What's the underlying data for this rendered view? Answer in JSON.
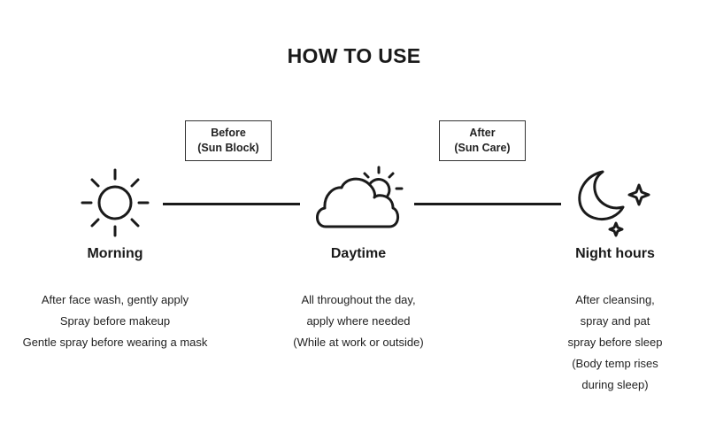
{
  "title": "HOW TO USE",
  "labels": {
    "before": [
      "Before",
      "(Sun Block)"
    ],
    "after": [
      "After",
      "(Sun Care)"
    ]
  },
  "phases": [
    {
      "name": "Morning",
      "icon": "sun-icon",
      "lines": [
        "After face wash, gently apply",
        "Spray before makeup",
        "Gentle spray before wearing a mask"
      ]
    },
    {
      "name": "Daytime",
      "icon": "cloud-sun-icon",
      "lines": [
        "All throughout the day,",
        "apply where needed",
        "(While at work or outside)"
      ]
    },
    {
      "name": "Night hours",
      "icon": "moon-stars-icon",
      "lines": [
        "After cleansing,",
        "spray and pat",
        "spray before sleep",
        "(Body temp rises",
        "during sleep)"
      ]
    }
  ]
}
